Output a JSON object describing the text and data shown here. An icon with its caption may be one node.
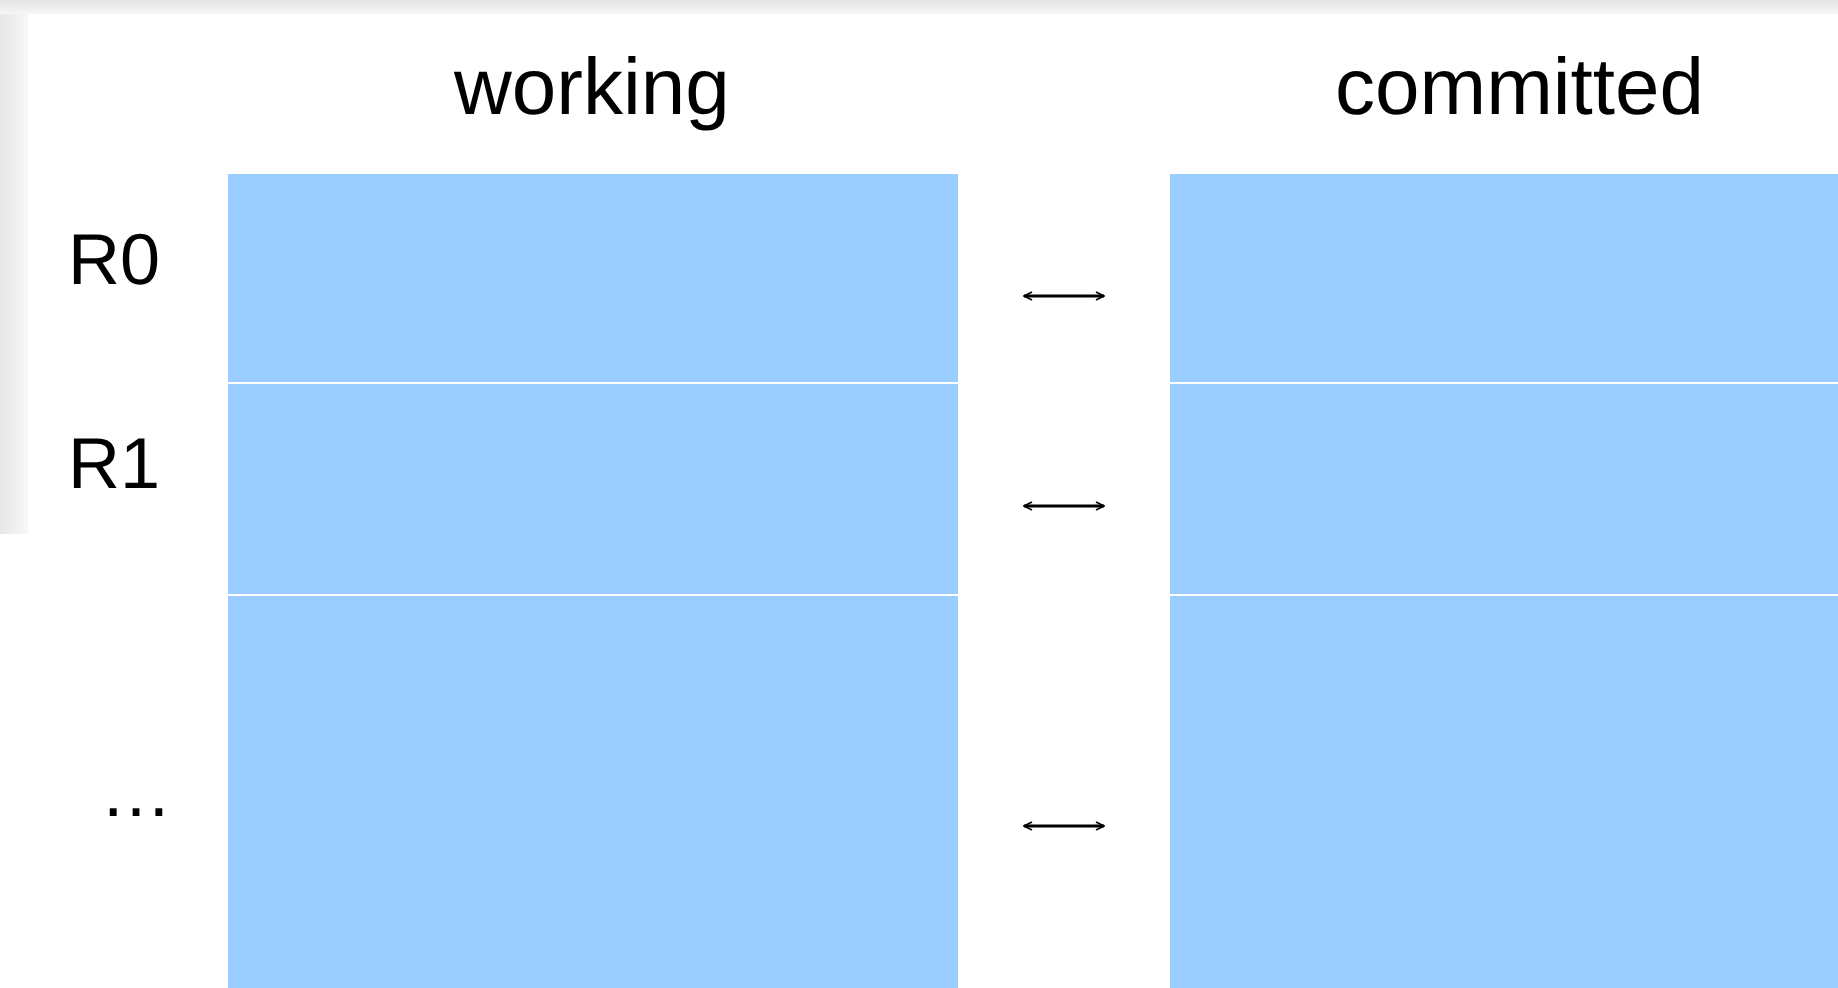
{
  "diagram": {
    "nodes": [
      {
        "text": [],
        "shape": "box"
      },
      {
        "text": [],
        "shape": "box"
      },
      {
        "text": [],
        "shape": "box"
      },
      {
        "text": [],
        "shape": "box"
      },
      {
        "text": [],
        "shape": "box"
      },
      {
        "text": [],
        "shape": "box"
      }
    ],
    "edges": [
      {
        "from": 0,
        "to": 3,
        "arrow": "both"
      },
      {
        "from": 1,
        "to": 4,
        "arrow": "both"
      },
      {
        "from": 2,
        "to": 5,
        "arrow": "both"
      }
    ],
    "labels": [
      "working",
      "committed",
      "R0",
      "R1",
      "…"
    ]
  }
}
